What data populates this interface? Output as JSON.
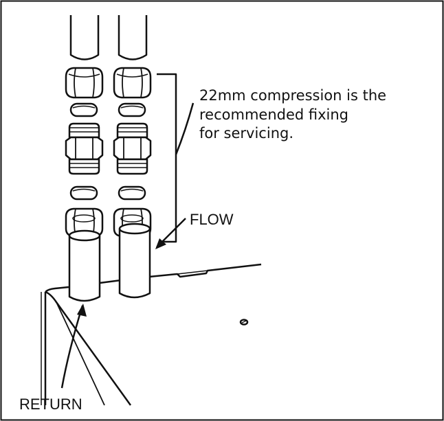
{
  "diagram": {
    "note_lines": [
      "22mm compression is the",
      "recommended fixing",
      "for servicing."
    ],
    "flow_label": "FLOW",
    "return_label": "RETURN"
  }
}
